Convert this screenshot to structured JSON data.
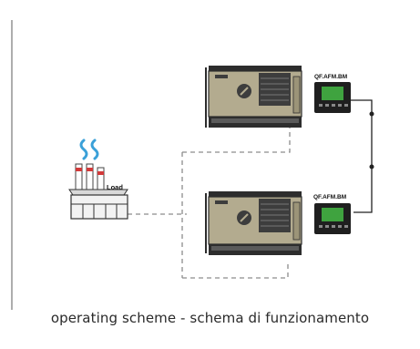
{
  "diagram": {
    "load_label": "Load",
    "controller_label_top": "QF.AFM.BM",
    "controller_label_bottom": "QF.AFM.BM",
    "caption": "operating scheme - schema di funzionamento",
    "colors": {
      "genset_body": "#b3ab8f",
      "genset_frame": "#2d2d2d",
      "panel_screen": "#3fa33f",
      "line_dashed": "#8c8c8c",
      "line_solid": "#222222",
      "smoke": "#3aa0d8",
      "chimney_band": "#d23a3a"
    }
  }
}
